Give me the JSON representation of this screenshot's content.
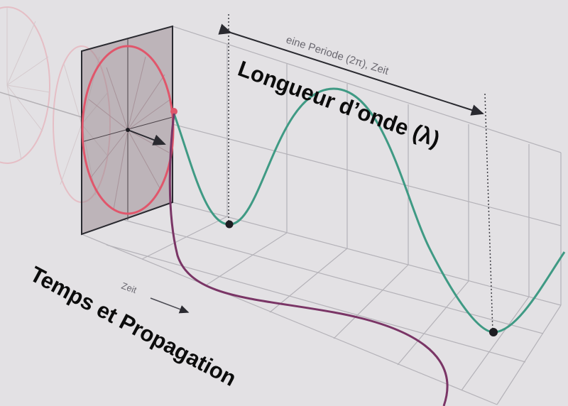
{
  "labels": {
    "period": "eine Periode (2π), Zeit",
    "zeit_axis": "Zeit",
    "wavelength": "Longueur d’onde (λ)",
    "propagation": "Temps et Propagation"
  },
  "colors": {
    "background": "#e3e1e4",
    "grid": "#b4b2b8",
    "wave": "#3f9a84",
    "circle": "#e0566b",
    "propagation_curve": "#7a3566",
    "frame_fill": "#8f7f86",
    "ink": "#1d1d22"
  }
}
